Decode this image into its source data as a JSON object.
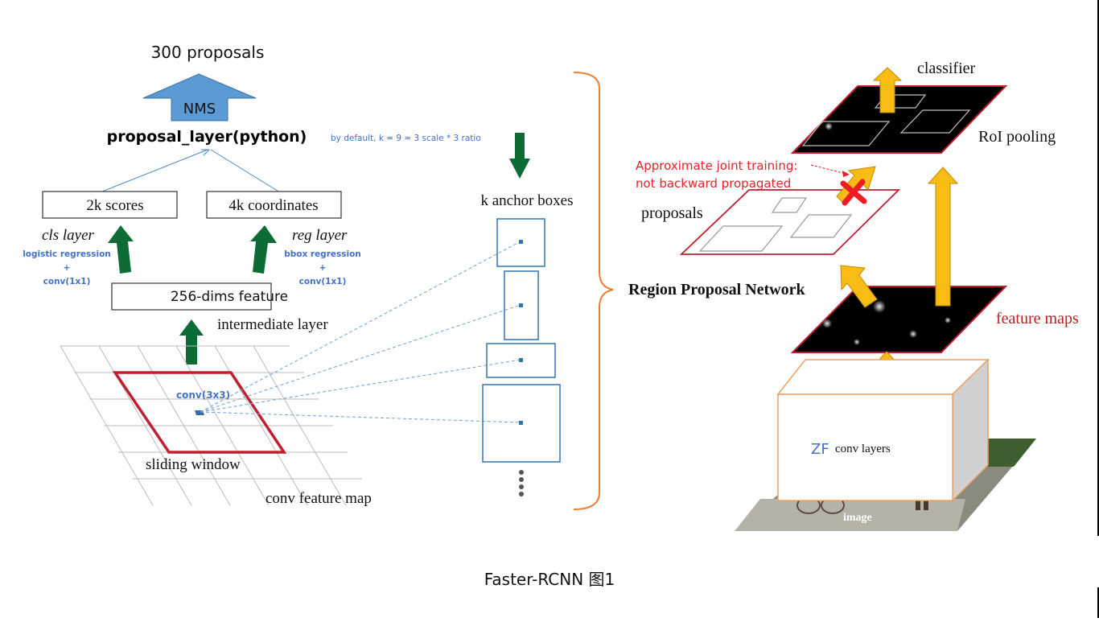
{
  "diagram": {
    "left": {
      "proposals_count": "300 proposals",
      "nms": "NMS",
      "proposal_layer": "proposal_layer(python)",
      "note_k": "by default,  k = 9 = 3 scale * 3 ratio",
      "scores_box": "2k scores",
      "coords_box": "4k coordinates",
      "cls_layer": "cls layer",
      "reg_layer": "reg layer",
      "cls_note": [
        "logistic regression",
        "+",
        "conv(1x1)"
      ],
      "reg_note": [
        "bbox regression",
        "+",
        "conv(1x1)"
      ],
      "feature_box": "256-dims feature",
      "intermediate": "intermediate layer",
      "conv3x3": "conv(3x3)",
      "sliding": "sliding window",
      "conv_map": "conv feature map",
      "anchors": "k anchor boxes"
    },
    "brace_label": "Region Proposal Network",
    "right": {
      "classifier": "classifier",
      "roi": "RoI pooling",
      "approx_line1": "Approximate joint training:",
      "approx_line2": "not backward propagated",
      "proposals": "proposals",
      "feature_maps": "feature maps",
      "zf": "ZF",
      "conv_layers": "conv layers",
      "image": "image"
    },
    "colors": {
      "green_arrow": "#0d6b35",
      "blue_nms": "#5b9bd5",
      "orange_arrow": "#f8bc14",
      "red_box": "#c0202e",
      "blue_text": "#4472c4",
      "brace": "#ed7d31",
      "red_text": "#e8202a"
    }
  },
  "caption": "Faster-RCNN 图1"
}
